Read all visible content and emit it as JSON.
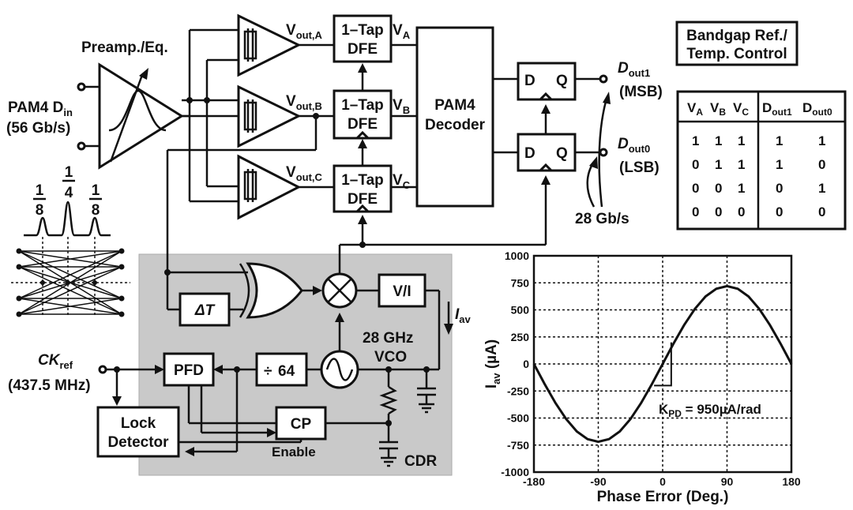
{
  "input": {
    "label": "PAM4 D",
    "label_sub": "in",
    "rate": "(56 Gb/s)"
  },
  "preamp": {
    "label": "Preamp./Eq."
  },
  "eye": {
    "left_top": "1",
    "left_bot": "8",
    "mid_top": "1",
    "mid_bot": "4",
    "right_top": "1",
    "right_bot": "8"
  },
  "comparators": [
    {
      "label": "V",
      "sub": "out,A"
    },
    {
      "label": "V",
      "sub": "out,B"
    },
    {
      "label": "V",
      "sub": "out,C"
    }
  ],
  "dfe": {
    "line1": "1–Tap",
    "line2": "DFE"
  },
  "dfe_outputs": [
    {
      "label": "V",
      "sub": "A"
    },
    {
      "label": "V",
      "sub": "B"
    },
    {
      "label": "V",
      "sub": "C"
    }
  ],
  "decoder": {
    "line1": "PAM4",
    "line2": "Decoder"
  },
  "ff": {
    "d": "D",
    "q": "Q"
  },
  "outputs": [
    {
      "label": "D",
      "sub": "out1",
      "note": "(MSB)"
    },
    {
      "label": "D",
      "sub": "out0",
      "note": "(LSB)"
    }
  ],
  "out_rate": "28 Gb/s",
  "bandgap": {
    "line1": "Bandgap Ref./",
    "line2": "Temp. Control"
  },
  "truth_table": {
    "headers": [
      {
        "t": "V",
        "s": "A"
      },
      {
        "t": "V",
        "s": "B"
      },
      {
        "t": "V",
        "s": "C"
      },
      {
        "t": "D",
        "s": "out1"
      },
      {
        "t": "D",
        "s": "out0"
      }
    ],
    "rows": [
      [
        "1",
        "1",
        "1",
        "1",
        "1"
      ],
      [
        "0",
        "1",
        "1",
        "1",
        "0"
      ],
      [
        "0",
        "0",
        "1",
        "0",
        "1"
      ],
      [
        "0",
        "0",
        "0",
        "0",
        "0"
      ]
    ]
  },
  "cdr": {
    "delta_t": "ΔT",
    "vi": "V/I",
    "iav": "I",
    "iav_sub": "av",
    "vco_line1": "28 GHz",
    "vco_line2": "VCO",
    "pfd": "PFD",
    "div": "64",
    "cp": "CP",
    "enable": "Enable",
    "label": "CDR"
  },
  "ckref": {
    "label": "CK",
    "sub": "ref",
    "freq": "(437.5 MHz)"
  },
  "lock": {
    "line1": "Lock",
    "line2": "Detector"
  },
  "chart_data": {
    "type": "line",
    "x": [
      -180,
      -165,
      -150,
      -135,
      -120,
      -105,
      -90,
      -75,
      -60,
      -45,
      -30,
      -15,
      0,
      15,
      30,
      45,
      60,
      75,
      90,
      105,
      120,
      135,
      150,
      165,
      180
    ],
    "series": [
      {
        "values": [
          0,
          -186,
          -360,
          -509,
          -624,
          -695,
          -720,
          -695,
          -624,
          -509,
          -360,
          -186,
          0,
          186,
          360,
          509,
          624,
          695,
          720,
          695,
          624,
          509,
          360,
          186,
          0
        ]
      }
    ],
    "xlim": [
      -180,
      180
    ],
    "ylim": [
      -1000,
      1000
    ],
    "xticks": [
      "-180",
      "-90",
      "0",
      "90",
      "180"
    ],
    "yticks": [
      "1000",
      "750",
      "500",
      "250",
      "0",
      "-250",
      "-500",
      "-750",
      "-1000"
    ],
    "xlabel": "Phase Error (Deg.)",
    "ylabel": "I",
    "ylabel_sub": "av",
    "ylabel_unit": " (µA)",
    "annotation": "K",
    "annotation_sub": "PD",
    "annotation_rest": " = 950µA/rad",
    "grid": true
  }
}
